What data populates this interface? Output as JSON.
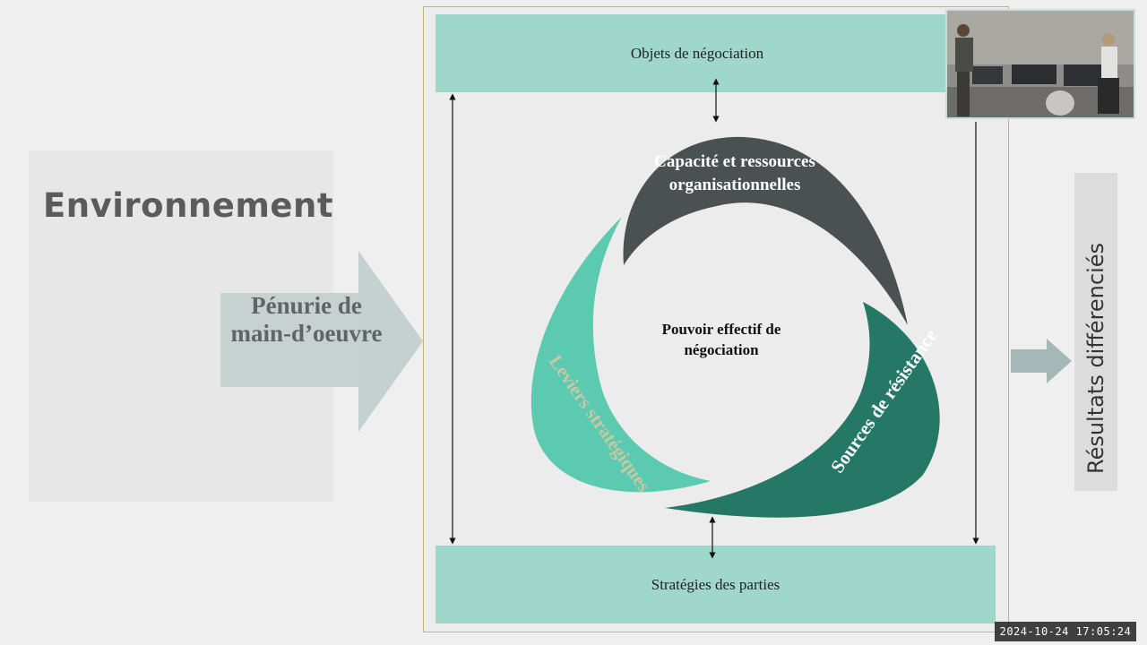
{
  "environment": {
    "title": "Environnement",
    "shortage_label": "Pénurie de main-d’oeuvre"
  },
  "frame": {
    "top_bar_label": "Objets de négociation",
    "bottom_bar_label": "Stratégies des parties"
  },
  "cycle": {
    "center_label": "Pouvoir effectif de négociation",
    "segments": [
      {
        "label": "Capacité et ressources organisationnelles",
        "color": "#4a5150"
      },
      {
        "label": "Sources de résistance",
        "color": "#267866"
      },
      {
        "label": "Leviers stratégiques",
        "color": "#5ccab0"
      }
    ]
  },
  "results": {
    "label": "Résultats différenciés"
  },
  "colors": {
    "bar_fill": "#9fd8cb",
    "frame_border": "#c9b27a",
    "arrow_fill": "#a5b8b8"
  },
  "overlay": {
    "timestamp": "2024-10-24 17:05:24"
  }
}
